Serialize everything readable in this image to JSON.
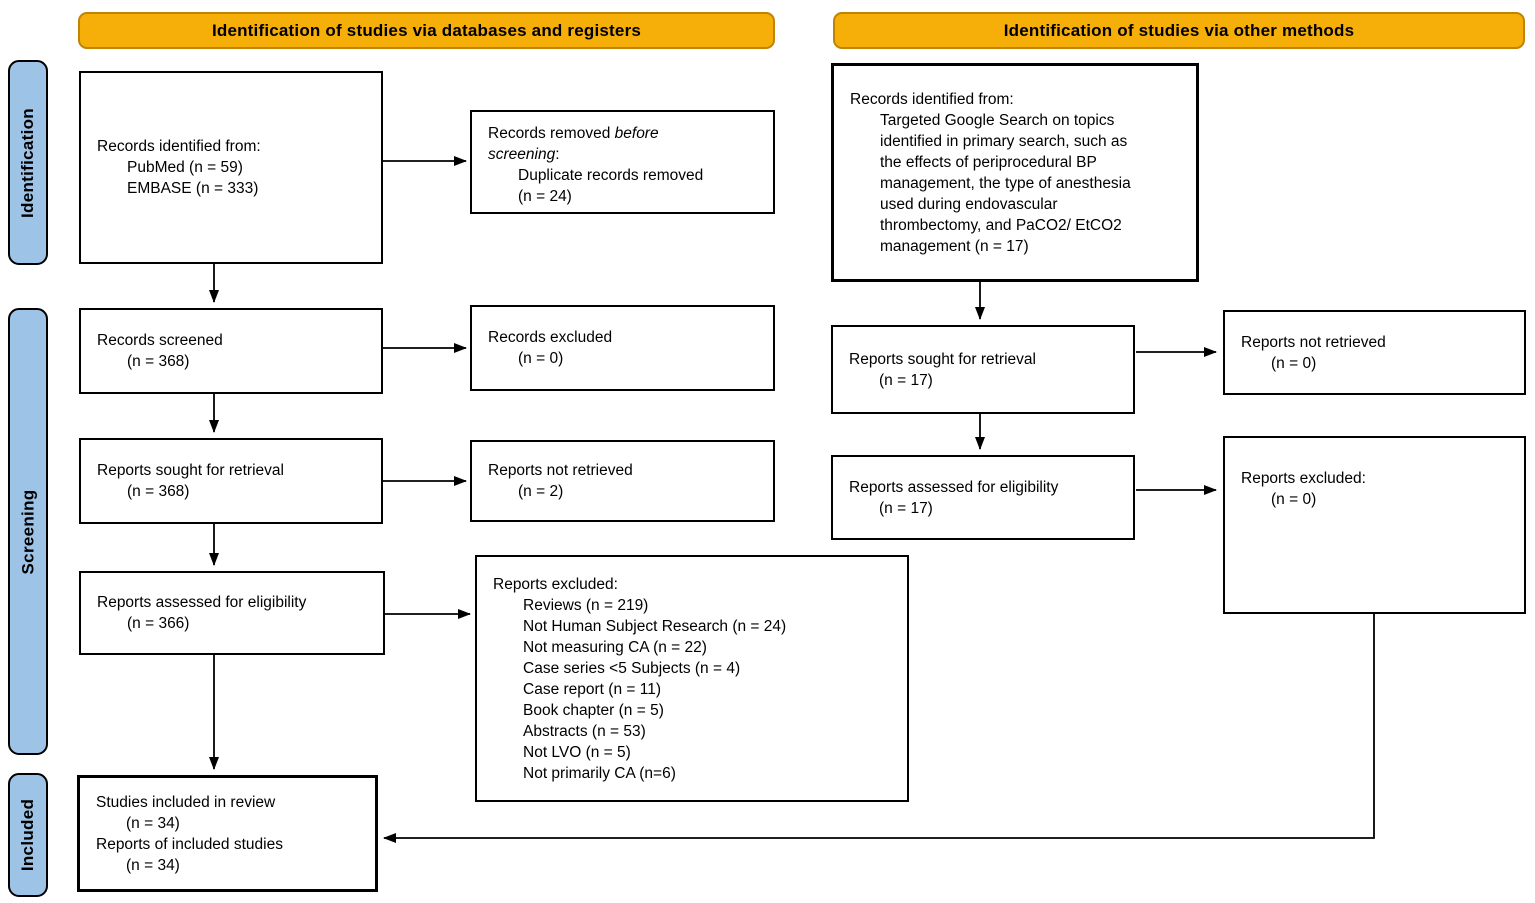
{
  "headers": {
    "databases": "Identification of studies via databases and registers",
    "other": "Identification of studies via other methods"
  },
  "stages": {
    "identification": "Identification",
    "screening": "Screening",
    "included": "Included"
  },
  "colors": {
    "header_fill": "#F6AE08",
    "header_border": "#BF8400",
    "stage_fill": "#9DC3E7",
    "box_border": "#000000",
    "arrow": "#000000",
    "background": "#FFFFFF",
    "text": "#000000"
  },
  "boxes": {
    "db_identified": {
      "lines": [
        {
          "text": "Records identified from:"
        },
        {
          "text": "PubMed (n = 59)",
          "indent": true
        },
        {
          "text": "EMBASE (n = 333)",
          "indent": true
        }
      ]
    },
    "removed_before_screening": {
      "pre": "Records removed ",
      "italic_line1": "before",
      "italic_line2": "screening",
      "suffix": ":",
      "lines": [
        {
          "text": "Duplicate records removed",
          "indent": true
        },
        {
          "text": "(n = 24)",
          "indent": true
        }
      ]
    },
    "records_screened": {
      "lines": [
        {
          "text": "Records screened"
        },
        {
          "text": "(n = 368)",
          "indent": true
        }
      ]
    },
    "records_excluded": {
      "lines": [
        {
          "text": "Records excluded"
        },
        {
          "text": "(n = 0)",
          "indent": true
        }
      ]
    },
    "reports_sought_db": {
      "lines": [
        {
          "text": "Reports sought for retrieval"
        },
        {
          "text": "(n = 368)",
          "indent": true
        }
      ]
    },
    "reports_not_retrieved_db": {
      "lines": [
        {
          "text": "Reports not retrieved"
        },
        {
          "text": "(n = 2)",
          "indent": true
        }
      ]
    },
    "reports_assessed_db": {
      "lines": [
        {
          "text": "Reports assessed for eligibility"
        },
        {
          "text": "(n = 366)",
          "indent": true
        }
      ]
    },
    "reports_excluded_db": {
      "lines": [
        {
          "text": "Reports excluded:"
        },
        {
          "text": "Reviews (n = 219)",
          "indent": true
        },
        {
          "text": "Not Human Subject Research (n = 24)",
          "indent": true
        },
        {
          "text": "Not measuring CA (n = 22)",
          "indent": true
        },
        {
          "text": "Case series <5 Subjects (n = 4)",
          "indent": true
        },
        {
          "text": "Case report (n = 11)",
          "indent": true
        },
        {
          "text": "Book chapter (n = 5)",
          "indent": true
        },
        {
          "text": "Abstracts (n = 53)",
          "indent": true
        },
        {
          "text": "Not LVO (n = 5)",
          "indent": true
        },
        {
          "text": "Not primarily CA (n=6)",
          "indent": true
        }
      ]
    },
    "included_studies": {
      "lines": [
        {
          "text": "Studies included in review"
        },
        {
          "text": "(n = 34)",
          "indent": true
        },
        {
          "text": "Reports of included studies"
        },
        {
          "text": "(n = 34)",
          "indent": true
        }
      ]
    },
    "other_identified": {
      "lines": [
        {
          "text": "Records identified from:"
        },
        {
          "text": "Targeted Google Search on topics",
          "indent": true
        },
        {
          "text": "identified in primary search, such as",
          "indent": true
        },
        {
          "text": "the effects of periprocedural BP",
          "indent": true
        },
        {
          "text": "management, the type of anesthesia",
          "indent": true
        },
        {
          "text": "used during endovascular",
          "indent": true
        },
        {
          "text": "thrombectomy, and PaCO2/ EtCO2",
          "indent": true
        },
        {
          "text": "management (n = 17)",
          "indent": true
        }
      ]
    },
    "reports_sought_other": {
      "lines": [
        {
          "text": "Reports sought for retrieval"
        },
        {
          "text": "(n = 17)",
          "indent": true
        }
      ]
    },
    "reports_not_retrieved_other": {
      "lines": [
        {
          "text": "Reports not retrieved"
        },
        {
          "text": "(n = 0)",
          "indent": true
        }
      ]
    },
    "reports_assessed_other": {
      "lines": [
        {
          "text": "Reports assessed for eligibility"
        },
        {
          "text": "(n = 17)",
          "indent": true
        }
      ]
    },
    "reports_excluded_other": {
      "lines": [
        {
          "text": "Reports excluded:"
        },
        {
          "text": "(n = 0)",
          "indent": true
        }
      ]
    }
  }
}
